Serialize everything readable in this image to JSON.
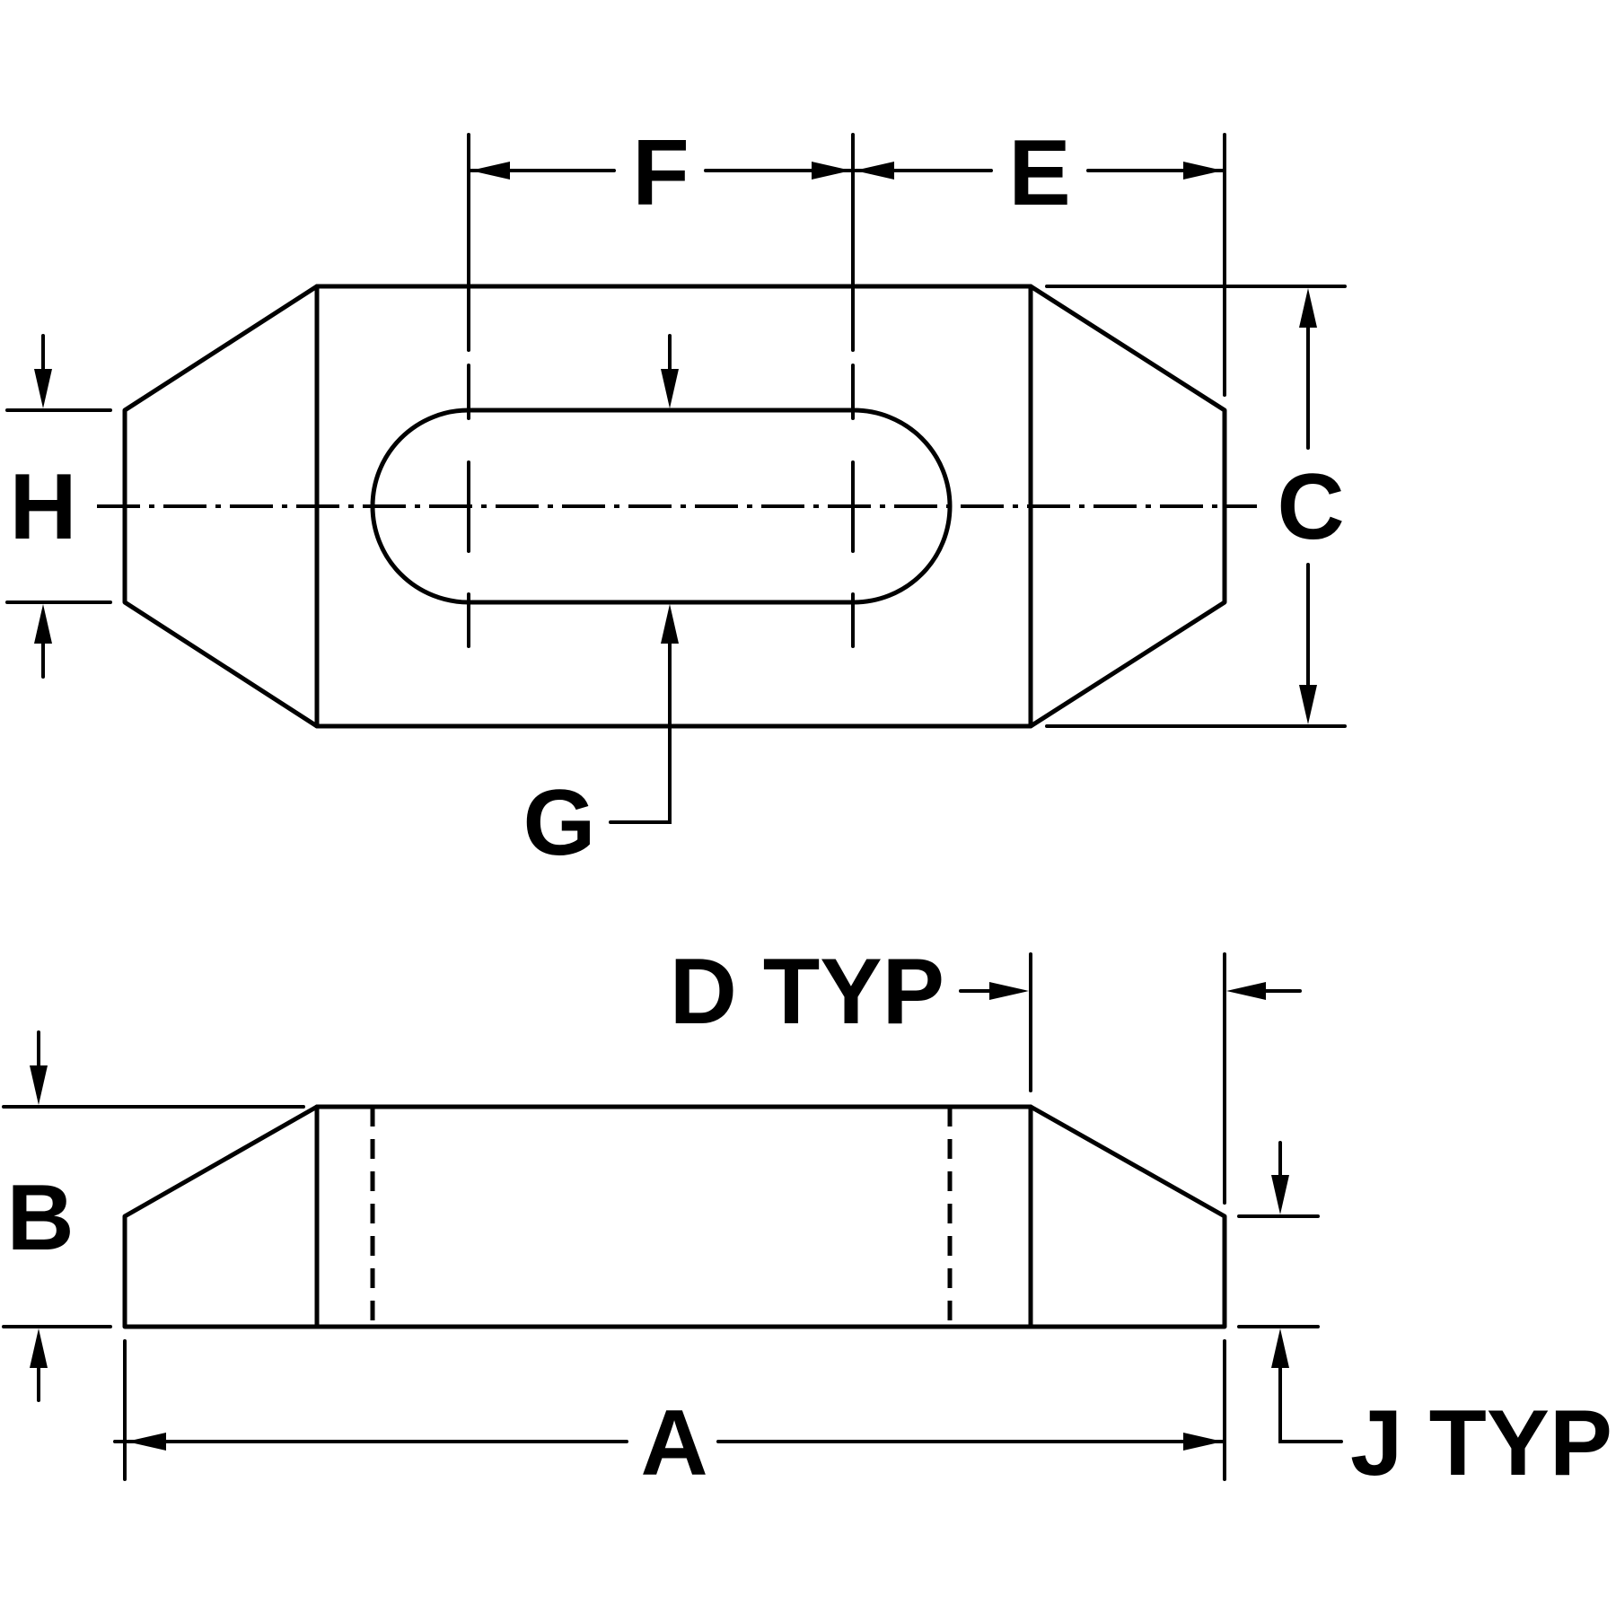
{
  "labels": {
    "f": "F",
    "e": "E",
    "h": "H",
    "c": "C",
    "g": "G",
    "d_typ": "D TYP",
    "b": "B",
    "a": "A",
    "j_typ": "J TYP"
  }
}
